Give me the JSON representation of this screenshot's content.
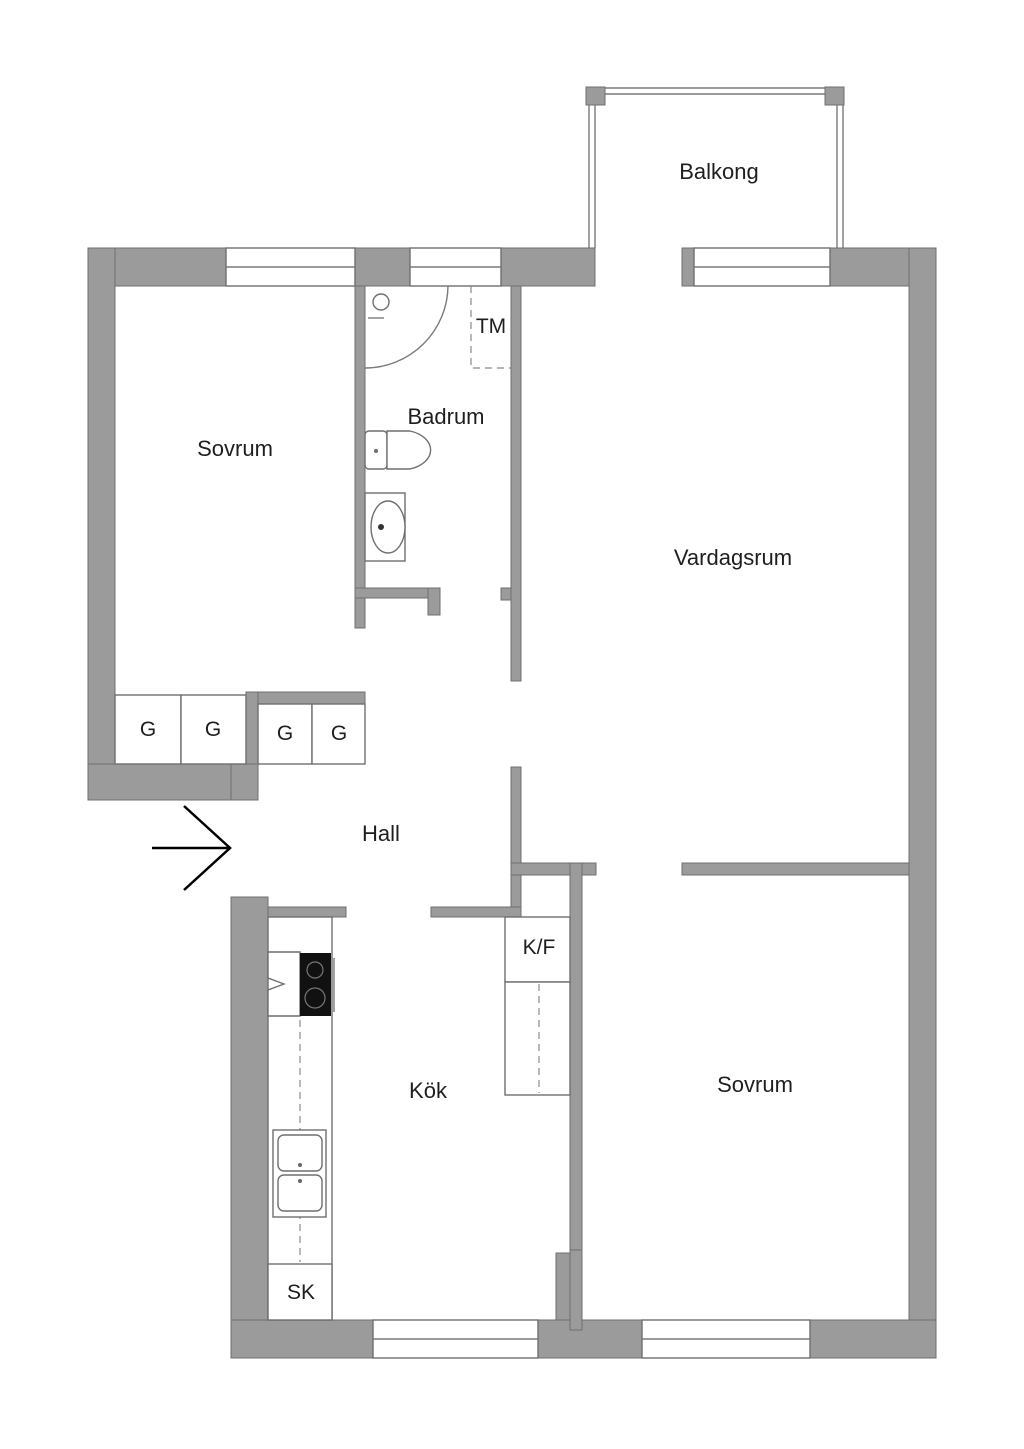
{
  "rooms": {
    "balcony": "Balkong",
    "bedroom_left": "Sovrum",
    "bathroom": "Badrum",
    "living_room": "Vardagsrum",
    "hall": "Hall",
    "kitchen": "Kök",
    "bedroom_right": "Sovrum"
  },
  "fixtures": {
    "washing_machine": "TM",
    "wardrobe_1": "G",
    "wardrobe_2": "G",
    "wardrobe_3": "G",
    "wardrobe_4": "G",
    "fridge_freezer": "K/F",
    "broom_closet": "SK"
  },
  "colors": {
    "wall": "#9b9b9b",
    "background": "#ffffff",
    "text": "#1e1e1e"
  },
  "icons": {
    "entrance": "entrance-arrow-icon",
    "toilet": "toilet-icon",
    "sink": "sink-icon",
    "shower": "shower-icon",
    "stove": "stove-icon",
    "kitchen_sink": "double-sink-icon"
  }
}
